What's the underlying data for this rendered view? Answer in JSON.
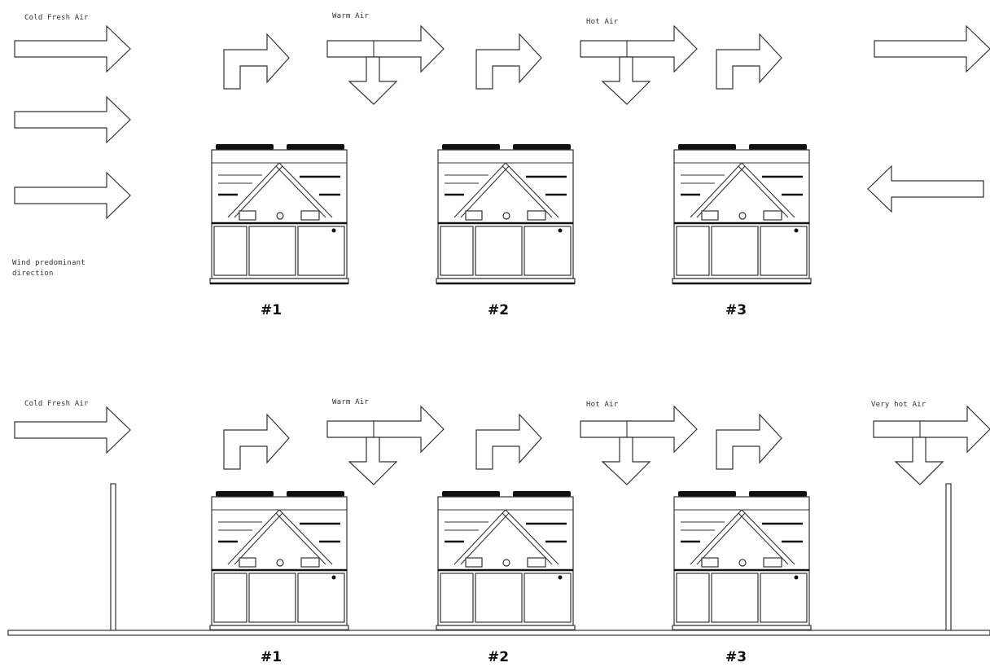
{
  "top": {
    "labels": {
      "cold": "Cold Fresh Air",
      "warm": "Warm Air",
      "hot": "Hot Air",
      "wind": [
        "Wind predominant",
        "direction"
      ]
    },
    "units": [
      "#1",
      "#2",
      "#3"
    ]
  },
  "bottom": {
    "labels": {
      "cold": "Cold Fresh Air",
      "warm": "Warm Air",
      "hot": "Hot Air",
      "veryhot": "Very hot Air"
    },
    "units": [
      "#1",
      "#2",
      "#3"
    ]
  },
  "colors": {
    "line": "#333333",
    "fill": "#ffffff",
    "text": "#111111"
  }
}
